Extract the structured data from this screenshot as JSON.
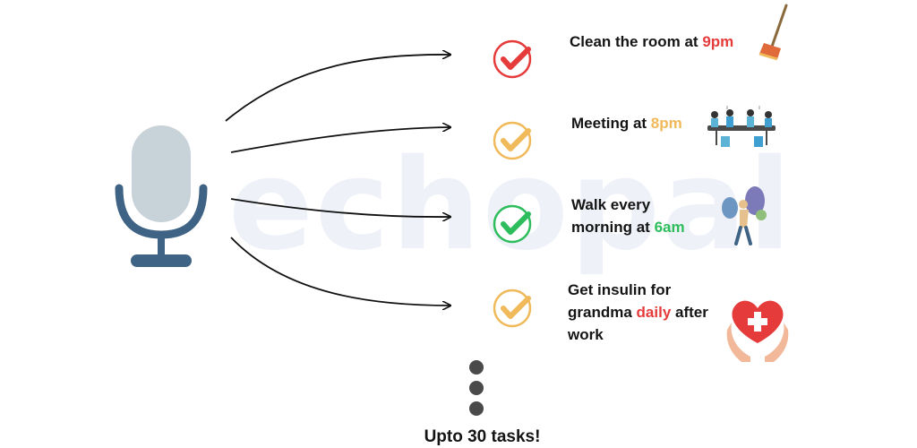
{
  "watermark": "echopal",
  "colors": {
    "red": "#e63b3b",
    "orange": "#f0b95a",
    "green": "#2dbd5c",
    "mic_body": "#c8d2d9",
    "mic_stand": "#3f6384"
  },
  "icons": {
    "microphone": "microphone-icon",
    "task_check": "check-circle-icon",
    "broom": "broom-icon",
    "meeting": "meeting-icon",
    "walk": "walking-person-icon",
    "health": "heart-hands-icon"
  },
  "tasks": [
    {
      "before": "Clean the room at ",
      "highlight": "9pm",
      "after": "",
      "color": "#e63b3b"
    },
    {
      "before": "Meeting at ",
      "highlight": "8pm",
      "after": "",
      "color": "#f0b95a"
    },
    {
      "before": "Walk every",
      "line2": "morning at ",
      "highlight": "6am",
      "after": "",
      "color": "#2dbd5c"
    },
    {
      "before": "Get insulin for",
      "line2": "grandma ",
      "highlight": "daily",
      "after": " after",
      "line3": "work",
      "color": "#e63b3b"
    }
  ],
  "footer": "Upto 30 tasks!"
}
